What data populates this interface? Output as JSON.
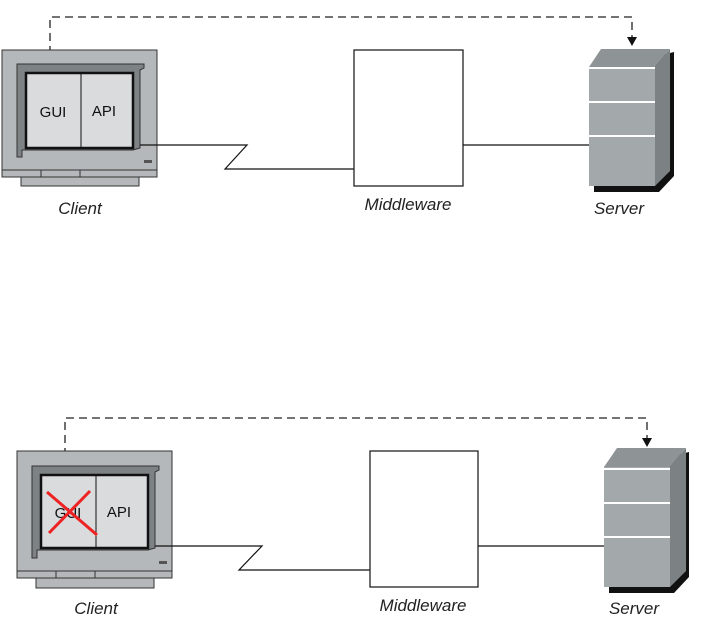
{
  "diagrams": [
    {
      "id": "original",
      "client": {
        "label": "Client",
        "screen_left": "GUI",
        "screen_right": "API",
        "gui_crossed": false
      },
      "middleware": {
        "label": "Middleware"
      },
      "server": {
        "label": "Server"
      },
      "connections": [
        "client-to-middleware (network link)",
        "middleware-to-server",
        "GUI-to-server (dashed arrow)"
      ]
    },
    {
      "id": "gui-removed",
      "client": {
        "label": "Client",
        "screen_left": "GUI",
        "screen_right": "API",
        "gui_crossed": true
      },
      "middleware": {
        "label": "Middleware"
      },
      "server": {
        "label": "Server"
      },
      "connections": [
        "client-to-middleware (network link)",
        "middleware-to-server",
        "GUI-to-server (dashed arrow)"
      ]
    }
  ],
  "colors": {
    "monitor_body": "#b4b8ba",
    "monitor_bezel": "#7d8285",
    "screen": "#d9dbdc",
    "server_front": "#a3a8aa",
    "server_side": "#7c8183",
    "server_top": "#8e9395",
    "cross": "#ee2222",
    "line": "#111111"
  }
}
